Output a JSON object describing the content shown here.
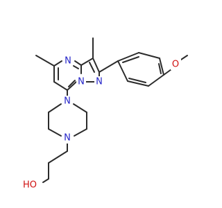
{
  "molecule": {
    "atoms": {
      "n_pyrimidine": "N",
      "n_bridge": "N",
      "n_pyrazole": "N",
      "n_piperazine_top": "N",
      "n_piperazine_bottom": "N",
      "o_methoxy": "O",
      "oh_hydroxyl": "HO"
    },
    "colors": {
      "bond": "#2b2b2b",
      "nitrogen": "#2323c8",
      "oxygen": "#d01010"
    }
  }
}
